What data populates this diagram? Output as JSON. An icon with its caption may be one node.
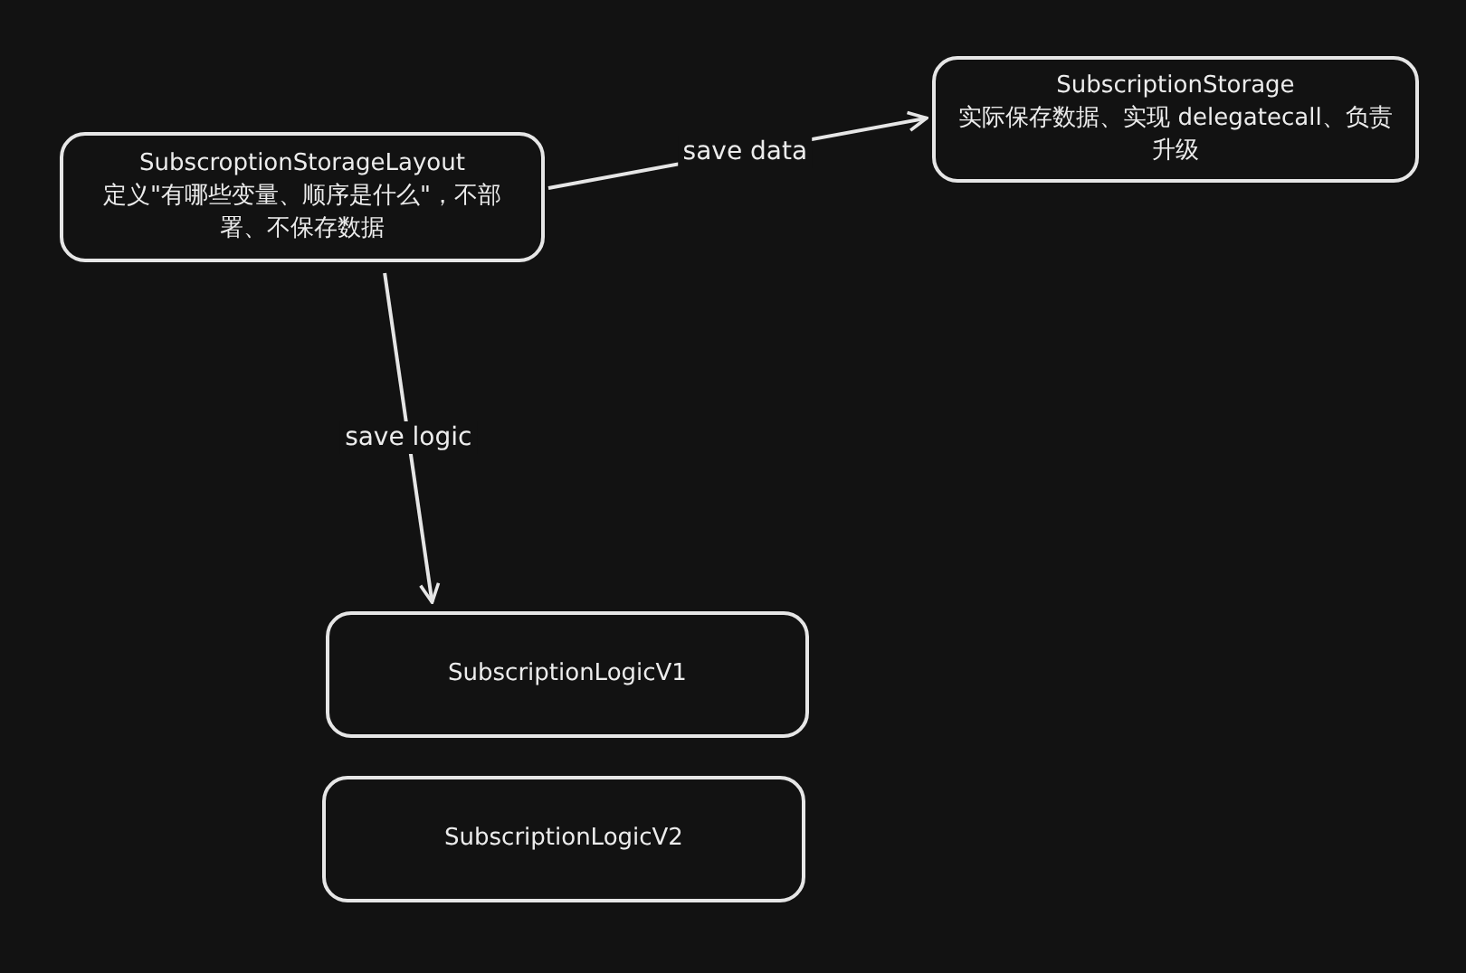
{
  "diagram": {
    "nodes": [
      {
        "text": [
          "SubscroptionStorageLayout",
          "定义\"有哪些变量、顺序是什么\"，不部署、不保存数据"
        ]
      },
      {
        "text": [
          "SubscriptionStorage",
          "实际保存数据、实现 delegatecall、负责升级"
        ]
      },
      {
        "text": [
          "SubscriptionLogicV1"
        ]
      },
      {
        "text": [
          "SubscriptionLogicV2"
        ]
      }
    ],
    "edges": [
      {
        "from": 0,
        "to": 1,
        "arrow": "to",
        "label": "save data"
      },
      {
        "from": 0,
        "to": 2,
        "arrow": "to",
        "label": "save logic"
      }
    ]
  }
}
